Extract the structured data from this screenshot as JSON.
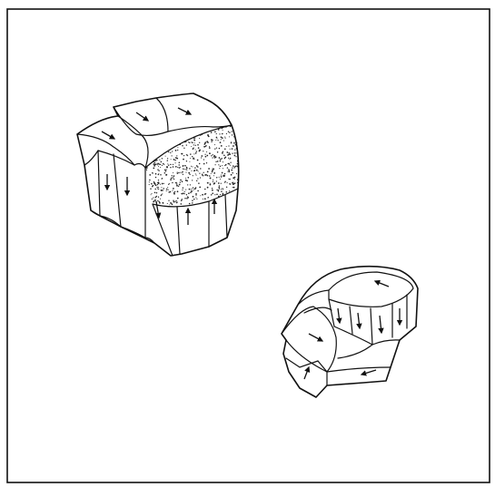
{
  "figure": {
    "labels": [],
    "colors": {
      "ink": "#111111",
      "background": "#ffffff",
      "stipple": "#222222"
    },
    "objects": [
      {
        "name": "left-crystal-block",
        "shaded_face": true,
        "arrows": 8
      },
      {
        "name": "right-crystal-block",
        "shaded_face": false,
        "arrows": 8
      }
    ]
  }
}
